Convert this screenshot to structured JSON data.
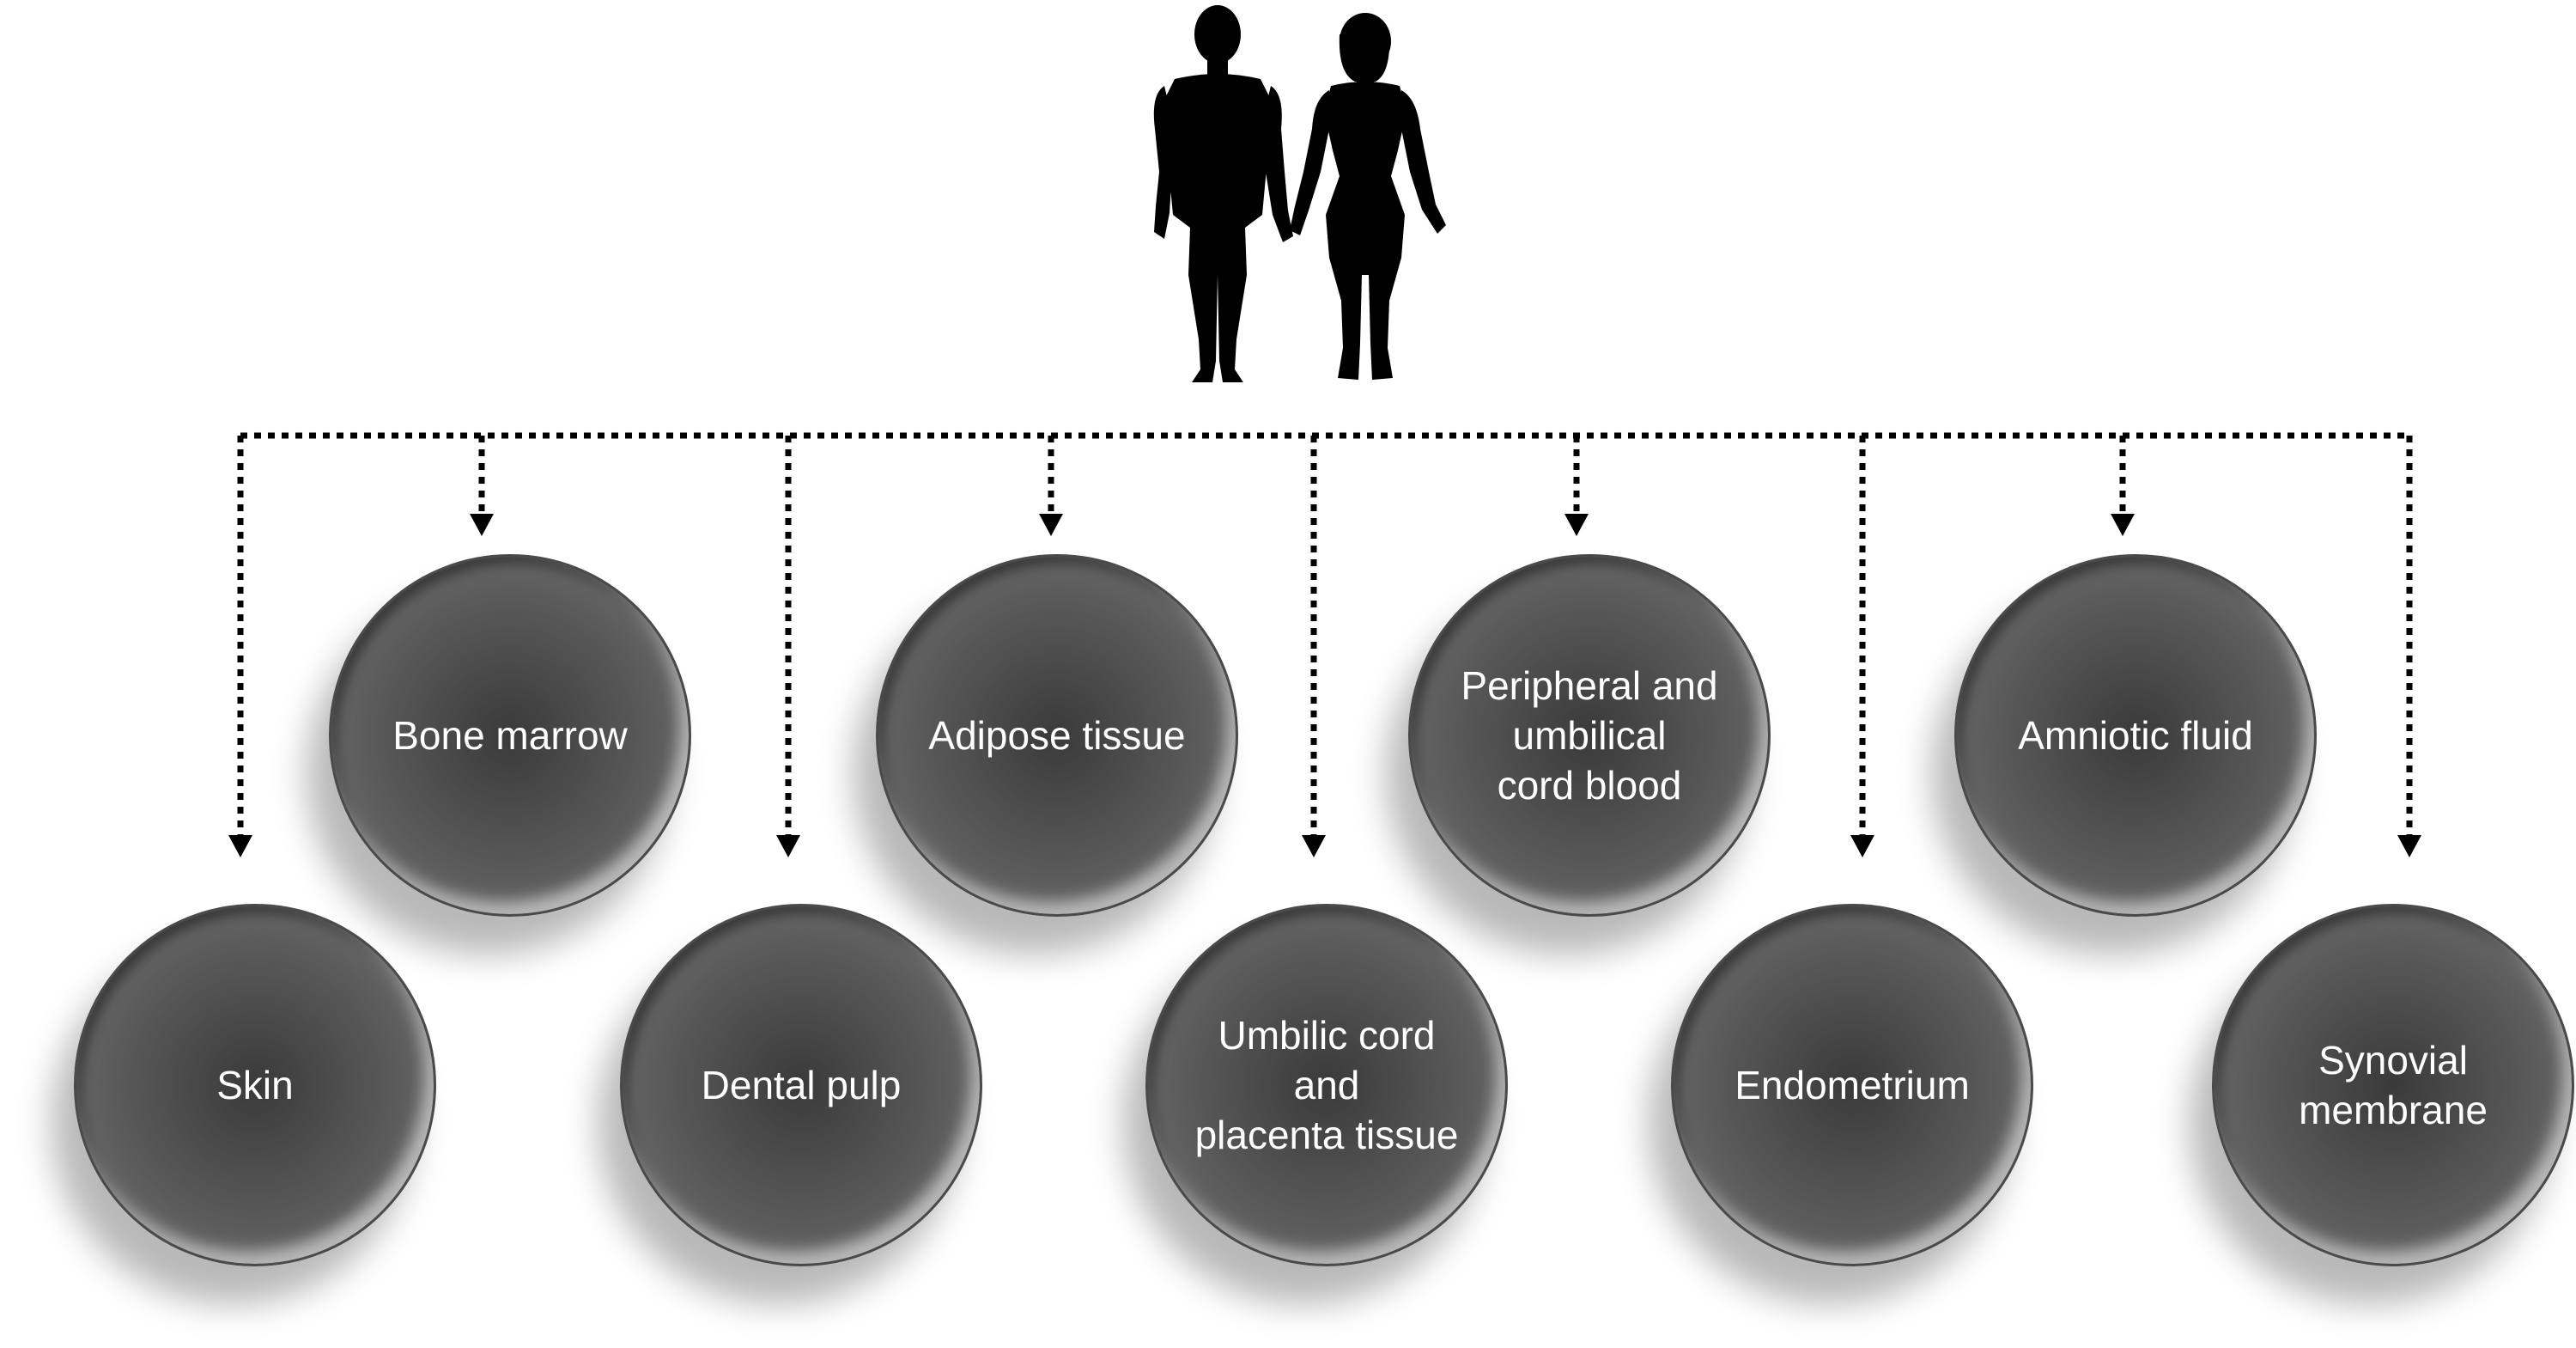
{
  "root": {
    "icon": "couple-silhouette-icon"
  },
  "nodes": [
    {
      "id": "bone-marrow",
      "label": "Bone marrow"
    },
    {
      "id": "adipose-tissue",
      "label": "Adipose tissue"
    },
    {
      "id": "peripheral-umbilical-cord-blood",
      "label": "Peripheral and\numbilical\ncord blood"
    },
    {
      "id": "amniotic-fluid",
      "label": "Amniotic fluid"
    },
    {
      "id": "skin",
      "label": "Skin"
    },
    {
      "id": "dental-pulp",
      "label": "Dental pulp"
    },
    {
      "id": "umbilic-cord-placenta",
      "label": "Umbilic cord\nand\nplacenta tissue"
    },
    {
      "id": "endometrium",
      "label": "Endometrium"
    },
    {
      "id": "synovial-membrane",
      "label": "Synovial\nmembrane"
    }
  ],
  "colors": {
    "node_fill": "#5a5a5a",
    "connector": "#000000",
    "label": "#ffffff"
  }
}
